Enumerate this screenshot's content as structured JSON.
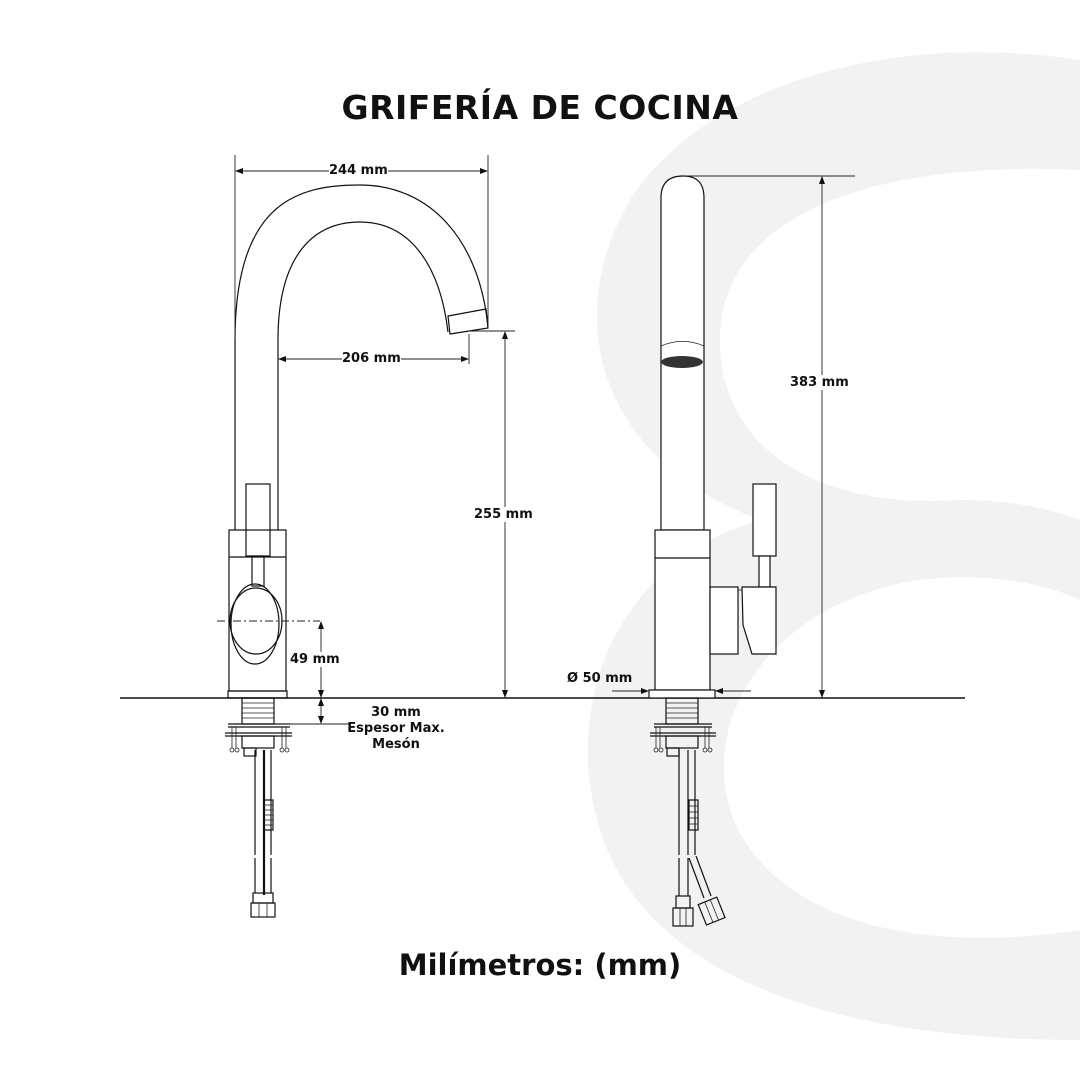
{
  "title": "GRIFERÍA DE COCINA",
  "footer": "Milímetros: (mm)",
  "colors": {
    "background": "#ffffff",
    "watermark": "#f2f2f2",
    "line": "#111111",
    "text": "#111111"
  },
  "watermark": {
    "icon": "number-eight-logo-icon"
  },
  "front_view": {
    "dimensions": {
      "spout_width": "244 mm",
      "spout_reach": "206 mm",
      "spout_height": "255 mm",
      "lever_axis_height": "49 mm",
      "countertop_thickness": "30 mm"
    },
    "countertop_note": [
      "Espesor Max.",
      "Mesón"
    ]
  },
  "side_view": {
    "dimensions": {
      "total_height": "383 mm",
      "base_diameter": "Ø 50 mm"
    }
  }
}
